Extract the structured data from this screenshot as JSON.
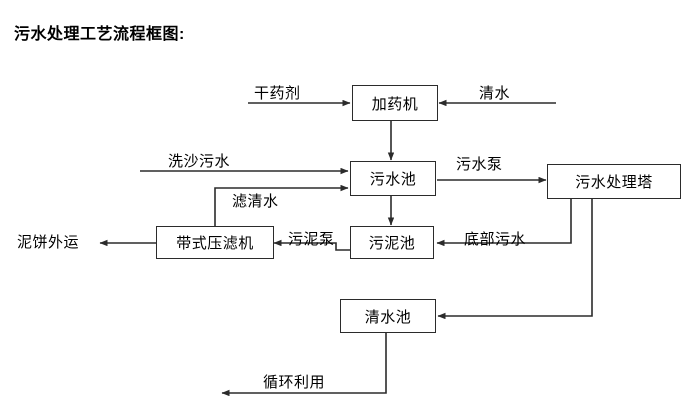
{
  "title": "污水处理工艺流程框图:",
  "diagram": {
    "type": "flowchart",
    "line_color": "#2b2b2b",
    "text_color": "#000000",
    "background": "#ffffff",
    "nodes": [
      {
        "id": "dosing_machine",
        "label": "加药机"
      },
      {
        "id": "wastewater_pool",
        "label": "污水池"
      },
      {
        "id": "treatment_tower",
        "label": "污水处理塔"
      },
      {
        "id": "belt_filter_press",
        "label": "带式压滤机"
      },
      {
        "id": "sludge_pool",
        "label": "污泥池"
      },
      {
        "id": "clean_water_pool",
        "label": "清水池"
      }
    ],
    "terminal_labels": [
      {
        "id": "dry_chemical",
        "label": "干药剂"
      },
      {
        "id": "clean_water_in",
        "label": "清水"
      },
      {
        "id": "sand_wash_wastewater",
        "label": "洗沙污水"
      },
      {
        "id": "mud_cake_out",
        "label": "泥饼外运"
      }
    ],
    "edge_labels": [
      {
        "id": "filtered_clean_water",
        "label": "滤清水"
      },
      {
        "id": "wastewater_pump",
        "label": "污水泵"
      },
      {
        "id": "sludge_pump",
        "label": "污泥泵"
      },
      {
        "id": "bottom_wastewater",
        "label": "底部污水"
      },
      {
        "id": "recycle_reuse",
        "label": "循环利用"
      }
    ],
    "connections": [
      {
        "from": "dry_chemical",
        "to": "dosing_machine",
        "label": ""
      },
      {
        "from": "clean_water_in",
        "to": "dosing_machine",
        "label": ""
      },
      {
        "from": "dosing_machine",
        "to": "wastewater_pool",
        "label": ""
      },
      {
        "from": "sand_wash_wastewater",
        "to": "wastewater_pool",
        "label": ""
      },
      {
        "from": "belt_filter_press",
        "to": "wastewater_pool",
        "label": "滤清水"
      },
      {
        "from": "wastewater_pool",
        "to": "treatment_tower",
        "label": "污水泵"
      },
      {
        "from": "wastewater_pool",
        "to": "sludge_pool",
        "label": ""
      },
      {
        "from": "sludge_pool",
        "to": "belt_filter_press",
        "label": "污泥泵"
      },
      {
        "from": "treatment_tower",
        "to": "sludge_pool",
        "label": "底部污水"
      },
      {
        "from": "treatment_tower",
        "to": "clean_water_pool",
        "label": ""
      },
      {
        "from": "belt_filter_press",
        "to": "mud_cake_out",
        "label": ""
      },
      {
        "from": "clean_water_pool",
        "to": "recycle_reuse",
        "label": "循环利用"
      }
    ]
  }
}
